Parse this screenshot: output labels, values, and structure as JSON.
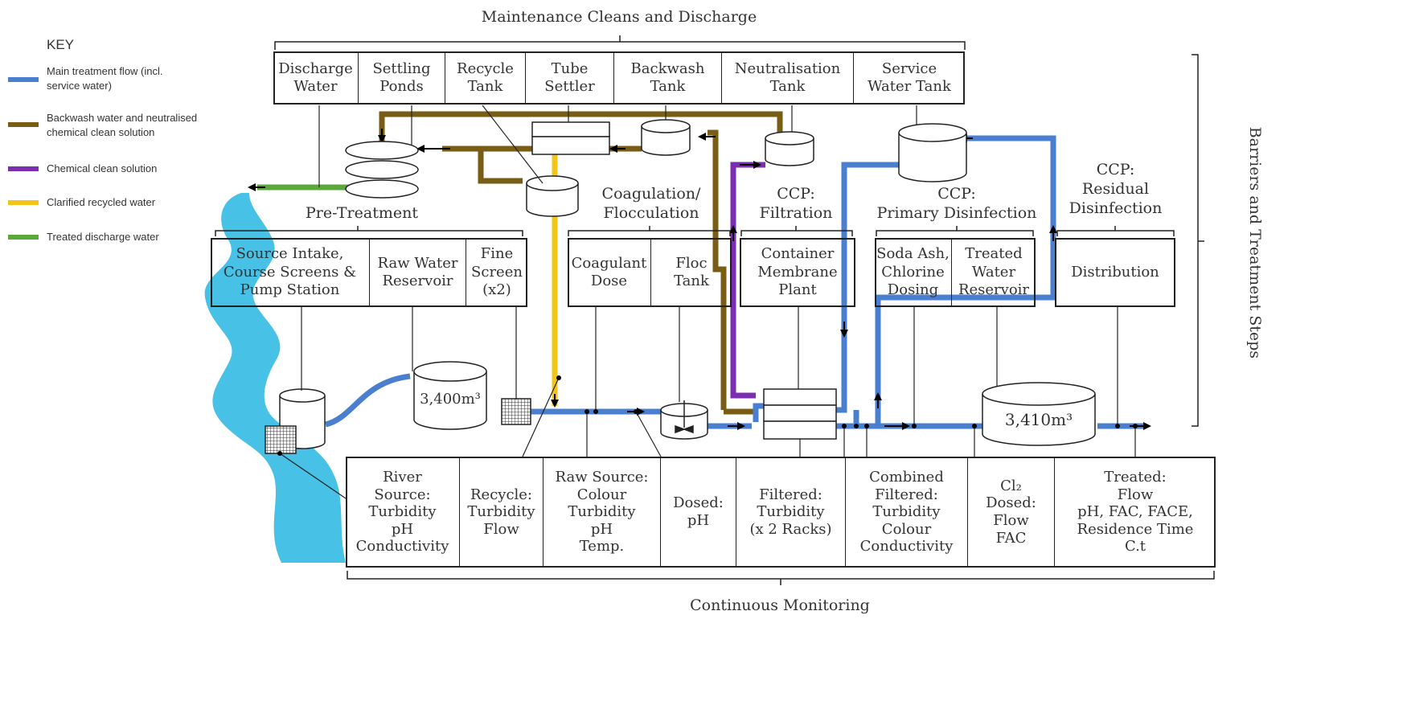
{
  "key": {
    "title": "KEY",
    "items": [
      {
        "label": "Main treatment flow (incl.\nservice water)",
        "color": "#4a7fd0"
      },
      {
        "label": "Backwash water and neutralised\nchemical clean solution",
        "color": "#7a5d14"
      },
      {
        "label": "Chemical clean solution",
        "color": "#7b2fb0"
      },
      {
        "label": "Clarified recycled water",
        "color": "#f3c419"
      },
      {
        "label": "Treated discharge water",
        "color": "#5aa83a"
      }
    ]
  },
  "maintenance": {
    "title": "Maintenance Cleans and Discharge",
    "boxes": [
      "Discharge\nWater",
      "Settling\nPonds",
      "Recycle\nTank",
      "Tube\nSettler",
      "Backwash\nTank",
      "Neutralisation\nTank",
      "Service\nWater Tank"
    ]
  },
  "stages": {
    "pretreatment": {
      "title": "Pre-Treatment",
      "boxes": [
        "Source Intake,\nCourse Screens &\nPump Station",
        "Raw Water\nReservoir",
        "Fine\nScreen\n(x2)"
      ]
    },
    "coagulation": {
      "title": "Coagulation/\nFlocculation",
      "boxes": [
        "Coagulant\nDose",
        "Floc\nTank"
      ]
    },
    "filtration": {
      "title": "CCP:\nFiltration",
      "boxes": [
        "Container\nMembrane\nPlant"
      ]
    },
    "disinfection": {
      "title": "CCP:\nPrimary Disinfection",
      "boxes": [
        "Soda Ash,\nChlorine\nDosing",
        "Treated\nWater\nReservoir"
      ]
    },
    "residual": {
      "title": "CCP:\nResidual\nDisinfection",
      "boxes": [
        "Distribution"
      ]
    }
  },
  "tanks": {
    "raw_reservoir": "3,400m³",
    "treated_reservoir": "3,410m³"
  },
  "monitoring": {
    "title": "Continuous Monitoring",
    "boxes": [
      "River\nSource:\nTurbidity\npH\nConductivity",
      "Recycle:\nTurbidity\nFlow",
      "Raw Source:\nColour\nTurbidity\npH\nTemp.",
      "Dosed:\npH",
      "Filtered:\nTurbidity\n(x 2 Racks)",
      "Combined\nFiltered:\nTurbidity\nColour\nConductivity",
      "Cl₂\nDosed:\nFlow\nFAC",
      "Treated:\nFlow\npH, FAC, FACE,\nResidence Time\nC.t"
    ]
  },
  "side_label": "Barriers and Treatment Steps"
}
